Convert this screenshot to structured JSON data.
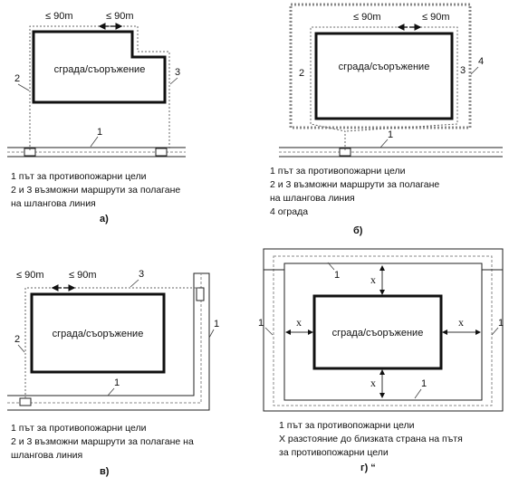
{
  "distance_limit": "≤ 90m",
  "building_label": "сграда/съоръжение",
  "route_numbers": {
    "road": "1",
    "route_left": "2",
    "route_right": "3",
    "fence": "4"
  },
  "x_symbol": "x",
  "panels": {
    "a": {
      "legend": [
        "1 път за противопожарни цели",
        "2 и 3 възможни маршрути за полагане",
        "на шлангова линия"
      ],
      "label": "а)"
    },
    "b": {
      "legend": [
        "1 път за противопожарни цели",
        "2 и 3 възможни маршрути за полагане",
        "на шлангова линия",
        "4 ограда"
      ],
      "label": "б)"
    },
    "v": {
      "legend": [
        "1 път за противопожарни цели",
        "2 и 3 възможни маршрути за полагане на",
        "шлангова линия"
      ],
      "label": "в)"
    },
    "g": {
      "legend": [
        "1 път за противопожарни цели",
        "X разстояние до близката страна на пътя",
        "за противопожарни цели"
      ],
      "label": "г) “"
    }
  }
}
